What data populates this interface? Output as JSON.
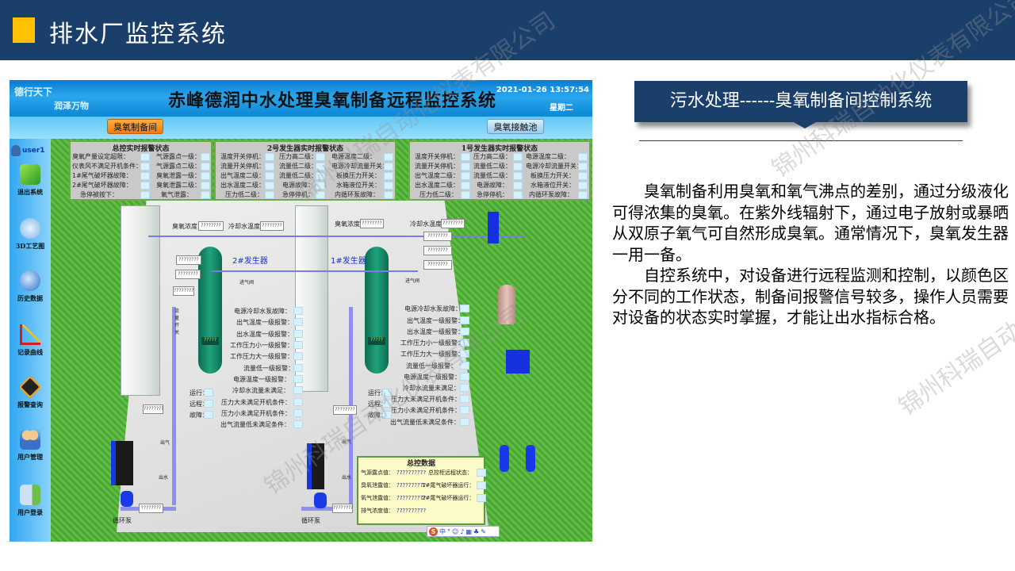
{
  "slide": {
    "title": "排水厂监控系统",
    "accent_color": "#ffc000",
    "bar_color": "#1a3f6b"
  },
  "scada": {
    "motto_line1": "德行天下",
    "motto_line2": "润泽万物",
    "system_title": "赤峰德润中水处理臭氧制备远程监控系统",
    "datetime": "2021-01-26 13:57:54",
    "weekday": "星期二",
    "nav": {
      "active_tab": "臭氧制备间",
      "other_tab": "臭氧接触池"
    },
    "sidebar": {
      "user": "user1",
      "items": [
        {
          "label": "退出系统",
          "icon": "exit-icon"
        },
        {
          "label": "3D工艺图",
          "icon": "3d-process-icon"
        },
        {
          "label": "历史数据",
          "icon": "history-data-icon"
        },
        {
          "label": "记录曲线",
          "icon": "trend-chart-icon"
        },
        {
          "label": "报警查询",
          "icon": "alarm-query-icon"
        },
        {
          "label": "用户管理",
          "icon": "user-management-icon"
        },
        {
          "label": "用户登录",
          "icon": "user-login-icon"
        }
      ]
    },
    "panels": {
      "master": {
        "title": "总控实时报警状态",
        "left": [
          "臭氧产量设定超限：",
          "仪表风不满足开机条件：",
          "1#尾气破坏器故障：",
          "2#尾气破坏器故障：",
          "急停被按下："
        ],
        "right": [
          "气源露点一级：",
          "气源露点二级：",
          "臭氧泄露一级：",
          "臭氧泄露二级：",
          "氧气泄露："
        ]
      },
      "gen2": {
        "title": "2号发生器实时报警状态",
        "col1": [
          "温度开关停机：",
          "流量开关停机：",
          "出气温度二级：",
          "出水温度二级：",
          "压力低二级："
        ],
        "col2": [
          "压力高二级：",
          "流量低二级：",
          "流量低二级：",
          "电源故障：",
          "急停停机："
        ],
        "col3": [
          "电源温度二级：",
          "电源冷却流量开关：",
          "板换压力开关：",
          "水箱液位开关：",
          "内循环泵故障："
        ]
      },
      "gen1": {
        "title": "1号发生器实时报警状态",
        "col1": [
          "温度开关停机：",
          "流量开关停机：",
          "出气温度二级：",
          "出水温度二级：",
          "压力低二级："
        ],
        "col2": [
          "压力高二级：",
          "流量低二级：",
          "流量低二级：",
          "电源故障：",
          "急停停机："
        ],
        "col3": [
          "电源温度二级：",
          "电源冷却流量开关：",
          "板换压力开关：",
          "水箱液位开关：",
          "内循环泵故障："
        ]
      }
    },
    "process": {
      "placeholder": "????????",
      "ozone_conc_label": "臭氧浓度：",
      "cooling_temp_label": "冷却水温度：",
      "gen2_label": "2#发生器",
      "gen1_label": "1#发生器",
      "inlet_valve": "进气阀",
      "flow_switch": "流量开关",
      "outlet_gas": "出气",
      "outlet_water": "出水",
      "pump_label": "循环泵",
      "status_labels": [
        "运行：",
        "远程：",
        "故障："
      ],
      "alarm_list": [
        "电源冷却水泵故障：",
        "出气温度一级报警：",
        "出水温度一级报警：",
        "工作压力小一级报警：",
        "工作压力大一级报警：",
        "流量低一级报警：",
        "电源温度一级报警：",
        "冷却水流量未满足：",
        "压力大未满足开机条件：",
        "压力小未满足开机条件：",
        "出气流量低未满足条件："
      ],
      "gen_display": "?????"
    },
    "summary": {
      "title": "总控数据",
      "left": [
        {
          "label": "气源露点值：",
          "value": "??????????"
        },
        {
          "label": "臭氧泄露值：",
          "value": "??????????"
        },
        {
          "label": "氧气泄露值：",
          "value": "??????????"
        },
        {
          "label": "排气浓度值：",
          "value": "??????????"
        }
      ],
      "right": [
        "总控柜远程状态：",
        "1#尾气破坏器运行：",
        "2#尾气破坏器运行："
      ]
    },
    "ime_tray": {
      "logo": "S",
      "mode": "中"
    }
  },
  "right": {
    "banner": "污水处理------臭氧制备间控制系统",
    "paragraphs": [
      "臭氧制备利用臭氧和氧气沸点的差别，通过分级液化可得浓集的臭氧。在紫外线辐射下，通过电子放射或暴晒从双原子氧气可自然形成臭氧。通常情况下，臭氧发生器一用一备。",
      "自控系统中，对设备进行远程监测和控制，以颜色区分不同的工作状态，制备间报警信号较多，操作人员需要对设备的状态实时掌握，才能让出水指标合格。"
    ]
  },
  "watermarks": [
    "锦州科瑞自动化仪表有限公司"
  ]
}
